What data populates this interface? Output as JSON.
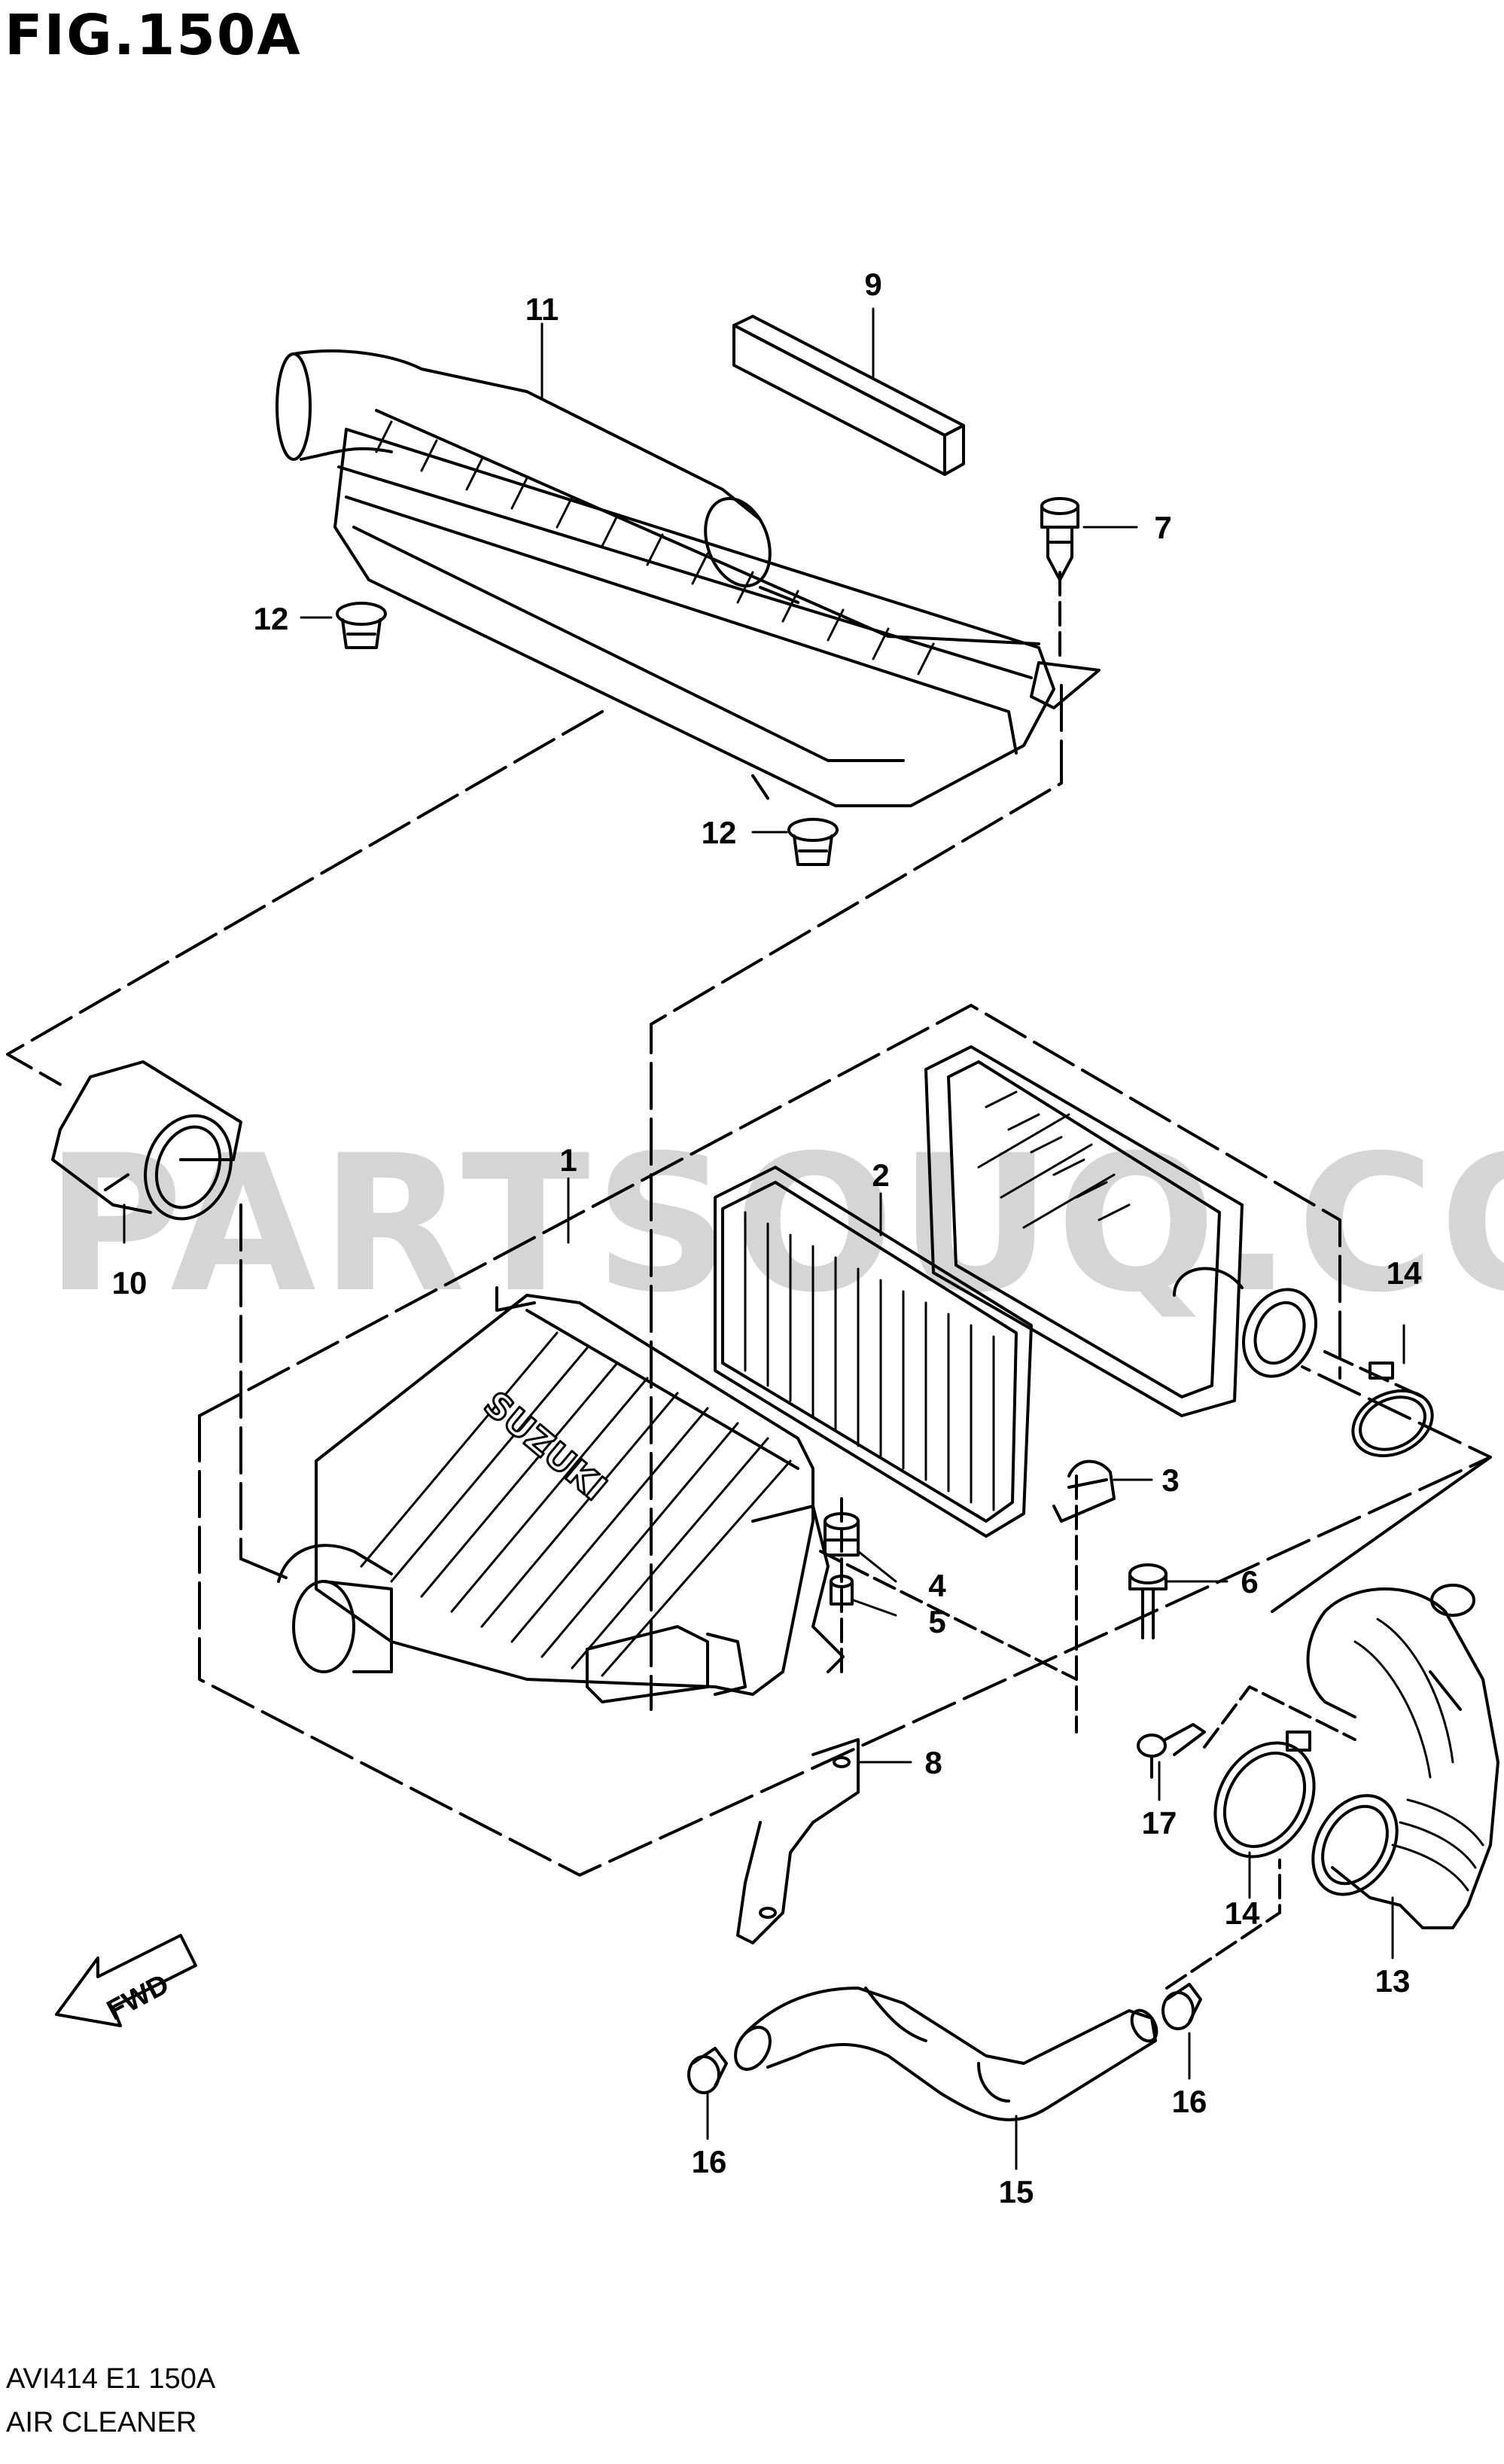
{
  "figure": {
    "title": "FIG.150A",
    "code": "AVI414 E1 150A",
    "name": "AIR CLEANER",
    "watermark": "PARTSOUQ.COM",
    "fwd_label": "FWD",
    "brand_mark": "SUZUKI"
  },
  "callouts": {
    "p1": "1",
    "p2": "2",
    "p3": "3",
    "p4": "4",
    "p5": "5",
    "p6": "6",
    "p7": "7",
    "p8": "8",
    "p9": "9",
    "p10": "10",
    "p11": "11",
    "p12a": "12",
    "p12b": "12",
    "p13": "13",
    "p14a": "14",
    "p14b": "14",
    "p15": "15",
    "p16a": "16",
    "p16b": "16",
    "p17": "17"
  }
}
